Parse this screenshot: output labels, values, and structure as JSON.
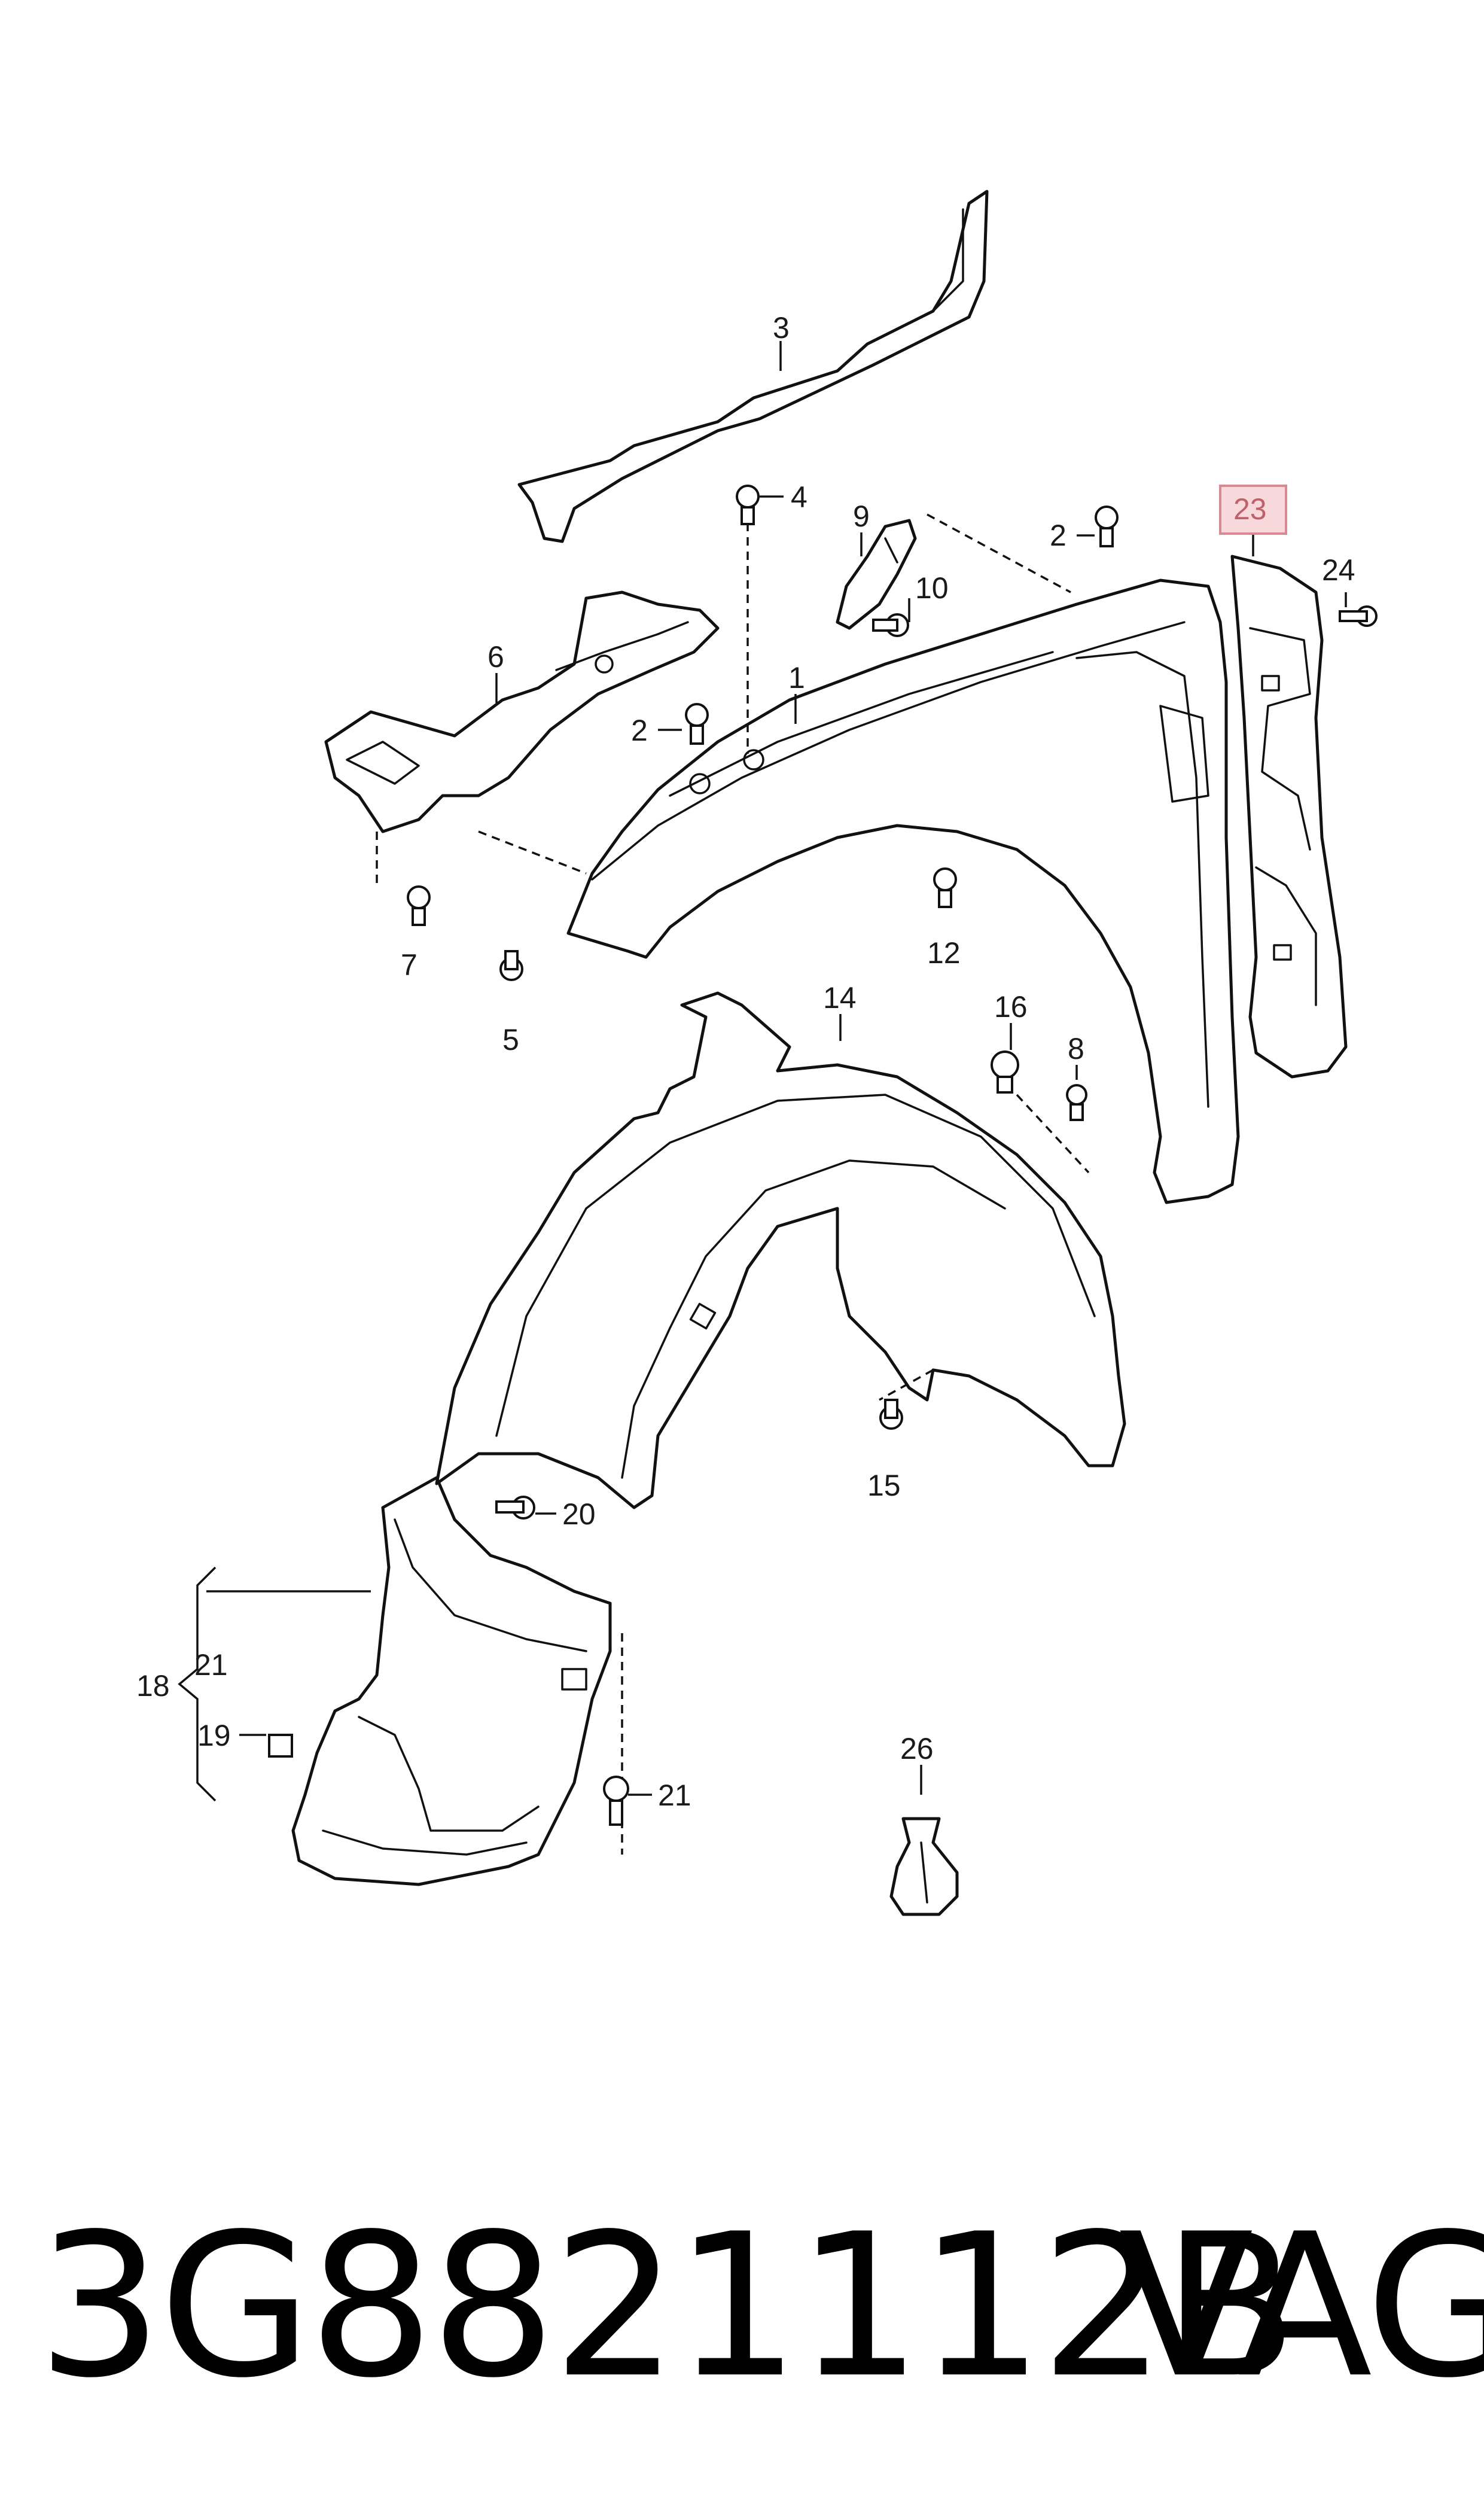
{
  "callouts": {
    "c1": "1",
    "c2a": "2",
    "c2b": "2",
    "c3": "3",
    "c4": "4",
    "c5": "5",
    "c6": "6",
    "c7": "7",
    "c8": "8",
    "c9": "9",
    "c10": "10",
    "c12": "12",
    "c14": "14",
    "c15": "15",
    "c16": "16",
    "c18": "18",
    "c19": "19",
    "c20": "20",
    "c21a": "21",
    "c21b": "21",
    "c23": "23",
    "c24": "24",
    "c26": "26"
  },
  "highlight": {
    "callout": "23",
    "fill": "#f7d9dc",
    "stroke": "#d88a92",
    "text_color": "#c0606a"
  },
  "footer": {
    "part_number": "3G8821112B",
    "brand": "VAG"
  },
  "icons": [
    "screw-icon",
    "clip-icon",
    "rivet-icon"
  ]
}
